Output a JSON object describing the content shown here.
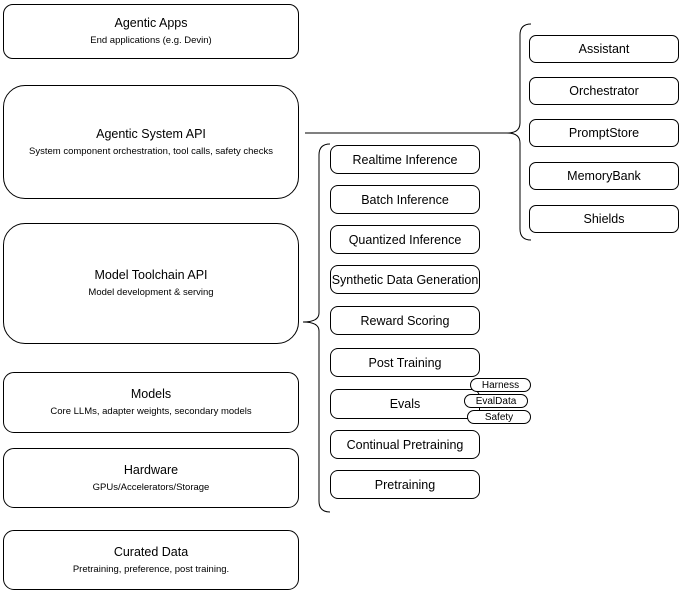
{
  "diagram": {
    "stack": [
      {
        "title": "Agentic Apps",
        "subtitle": "End applications (e.g. Devin)"
      },
      {
        "title": "Agentic System API",
        "subtitle": "System component orchestration, tool calls, safety checks"
      },
      {
        "title": "Model Toolchain API",
        "subtitle": "Model development & serving"
      },
      {
        "title": "Models",
        "subtitle": "Core LLMs, adapter weights, secondary models"
      },
      {
        "title": "Hardware",
        "subtitle": "GPUs/Accelerators/Storage"
      },
      {
        "title": "Curated Data",
        "subtitle": "Pretraining, preference, post training."
      }
    ],
    "toolchain_services": [
      "Realtime Inference",
      "Batch Inference",
      "Quantized Inference",
      "Synthetic Data Generation",
      "Reward Scoring",
      "Post Training",
      "Evals",
      "Continual Pretraining",
      "Pretraining"
    ],
    "evals_components": [
      "Harness",
      "EvalData",
      "Safety"
    ],
    "system_components": [
      "Assistant",
      "Orchestrator",
      "PromptStore",
      "MemoryBank",
      "Shields"
    ],
    "colors": {
      "stroke": "#000000",
      "fill": "#ffffff",
      "text": "#000000"
    }
  }
}
